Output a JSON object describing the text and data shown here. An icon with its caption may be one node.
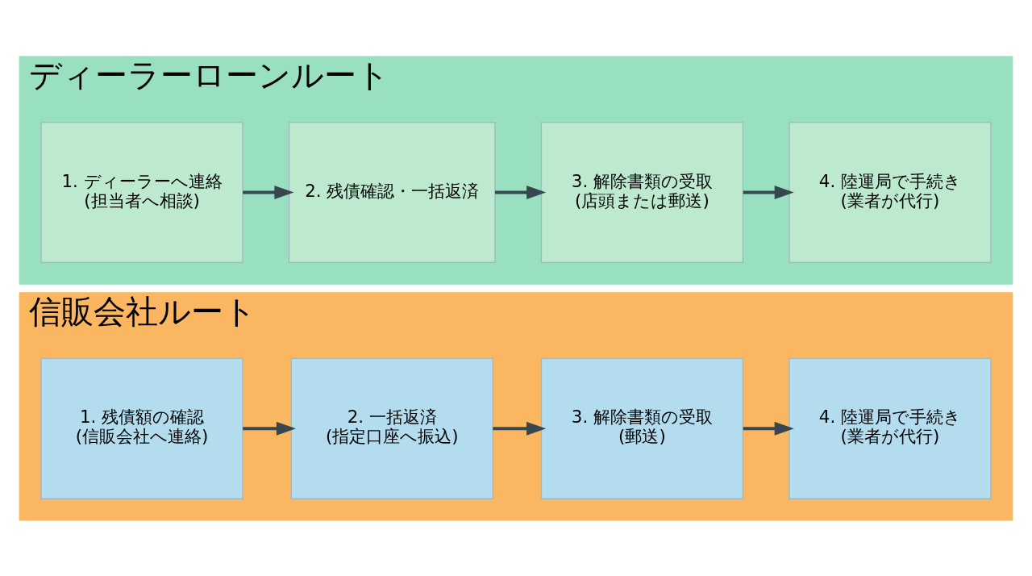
{
  "diagram": {
    "nodes": [
      {
        "text": [
          "信販会社ルート"
        ]
      },
      {
        "text": [
          "1. 残債額の確認",
          "(信販会社へ連絡)"
        ],
        "in": 0
      },
      {
        "text": [
          "2. 一括返済",
          "(指定口座へ振込)"
        ],
        "in": 0
      },
      {
        "text": [
          "3. 解除書類の受取",
          "(郵送)"
        ],
        "in": 0
      },
      {
        "text": [
          "4. 陸運局で手続き",
          "(業者が代行)"
        ],
        "in": 0
      },
      {
        "text": [
          "ディーラーローンルート"
        ]
      },
      {
        "text": [
          "1. ディーラーへ連絡",
          "(担当者へ相談)"
        ],
        "in": 5
      },
      {
        "text": [
          "2. 残債確認・一括返済"
        ],
        "in": 5
      },
      {
        "text": [
          "3. 解除書類の受取",
          "(店頭または郵送)"
        ],
        "in": 5
      },
      {
        "text": [
          "4. 陸運局で手続き",
          "(業者が代行)"
        ],
        "in": 5
      }
    ],
    "edges": [
      {
        "from": 1,
        "to": 2,
        "arrow": "to"
      },
      {
        "from": 2,
        "to": 3,
        "arrow": "to"
      },
      {
        "from": 3,
        "to": 4,
        "arrow": "to"
      },
      {
        "from": 6,
        "to": 7,
        "arrow": "to"
      },
      {
        "from": 7,
        "to": 8,
        "arrow": "to"
      },
      {
        "from": 8,
        "to": 9,
        "arrow": "to"
      }
    ]
  }
}
